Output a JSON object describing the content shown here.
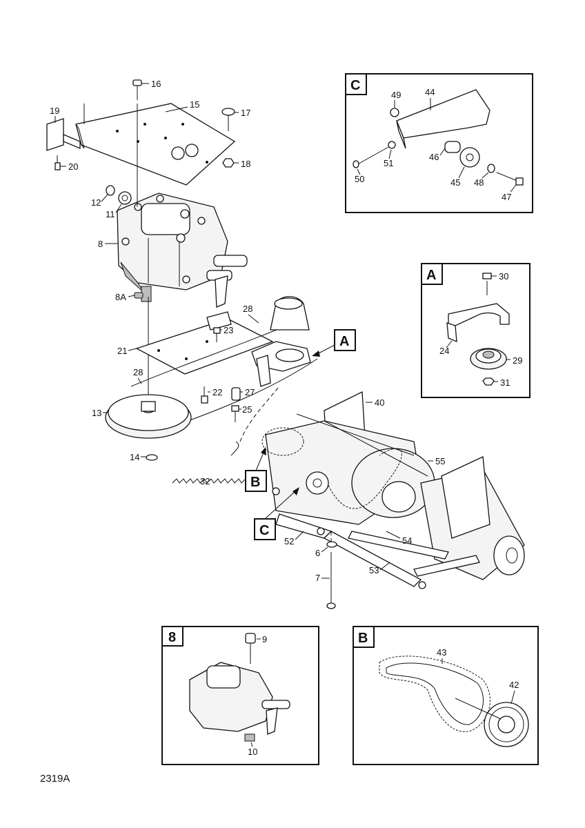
{
  "figure_code": "2319A",
  "inset_labels": {
    "A": "A",
    "B": "B",
    "C": "C",
    "eight": "8"
  },
  "callouts": {
    "c16": "16",
    "c15": "15",
    "c17": "17",
    "c19": "19",
    "c18": "18",
    "c20": "20",
    "c12": "12",
    "c11": "11",
    "c8": "8",
    "c8A": "8A",
    "c28a": "28",
    "c23": "23",
    "c21": "21",
    "c28b": "28",
    "c22": "22",
    "c27": "27",
    "c25": "25",
    "c13": "13",
    "c14": "14",
    "c32": "32",
    "c40": "40",
    "c55": "55",
    "c54": "54",
    "c52": "52",
    "c6": "6",
    "c53": "53",
    "c7": "7",
    "c49": "49",
    "c44": "44",
    "c51": "51",
    "c46": "46",
    "c50": "50",
    "c45": "45",
    "c48": "48",
    "c47": "47",
    "c30": "30",
    "c24": "24",
    "c29": "29",
    "c31": "31",
    "c9": "9",
    "c10": "10",
    "c43": "43",
    "c42": "42"
  }
}
